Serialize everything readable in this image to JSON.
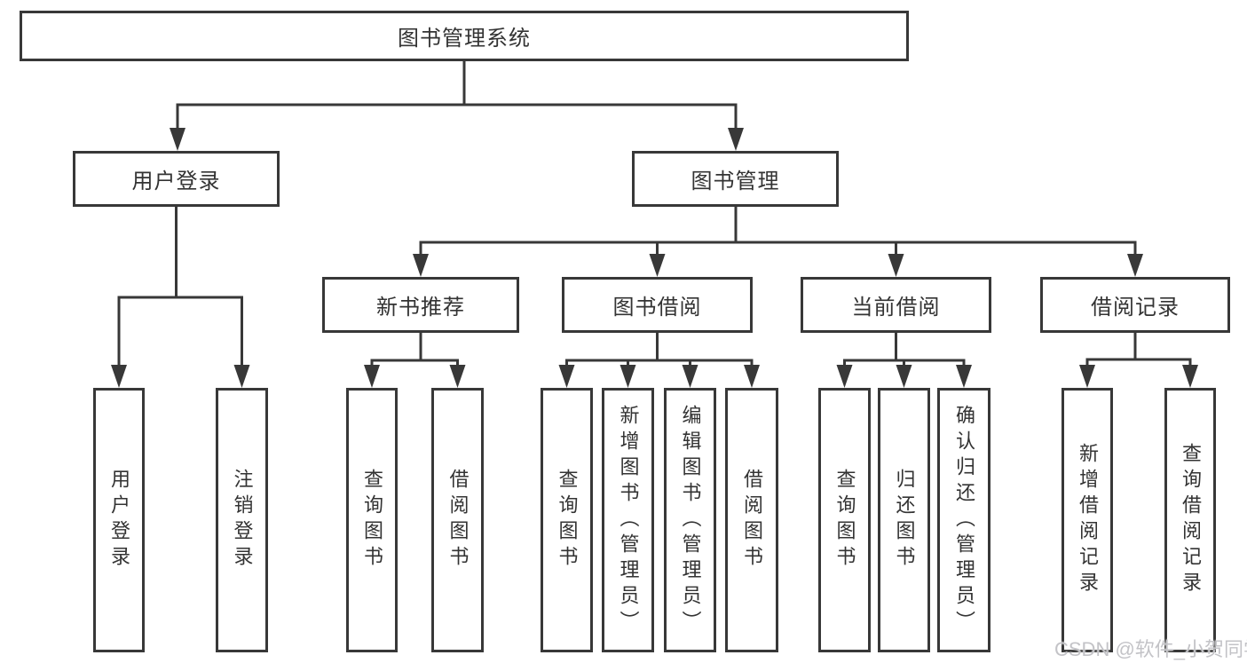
{
  "diagram": {
    "title": "图书管理系统",
    "nodes": {
      "root": {
        "label": "图书管理系统"
      },
      "user_login": {
        "label": "用户登录"
      },
      "book_mgmt": {
        "label": "图书管理"
      },
      "new_book_rec": {
        "label": "新书推荐"
      },
      "book_borrow": {
        "label": "图书借阅"
      },
      "current_borrow": {
        "label": "当前借阅"
      },
      "borrow_records": {
        "label": "借阅记录"
      },
      "leaf_login": {
        "label": "用户登录"
      },
      "leaf_logout": {
        "label": "注销登录"
      },
      "leaf_rec_query": {
        "label": "查询图书"
      },
      "leaf_rec_borrow": {
        "label": "借阅图书"
      },
      "leaf_bb_query": {
        "label": "查询图书"
      },
      "leaf_bb_add": {
        "label": "新增图书（管理员）"
      },
      "leaf_bb_edit": {
        "label": "编辑图书（管理员）"
      },
      "leaf_bb_borrow": {
        "label": "借阅图书"
      },
      "leaf_cb_query": {
        "label": "查询图书"
      },
      "leaf_cb_return": {
        "label": "归还图书"
      },
      "leaf_cb_confirm": {
        "label": "确认归还（管理员）"
      },
      "leaf_br_add": {
        "label": "新增借阅记录"
      },
      "leaf_br_query": {
        "label": "查询借阅记录"
      }
    },
    "colors": {
      "line": "#383838",
      "text": "#333333",
      "background": "#ffffff",
      "watermark": "#c3c3c7"
    },
    "watermark": "CSDN @软件_小贺同学"
  }
}
